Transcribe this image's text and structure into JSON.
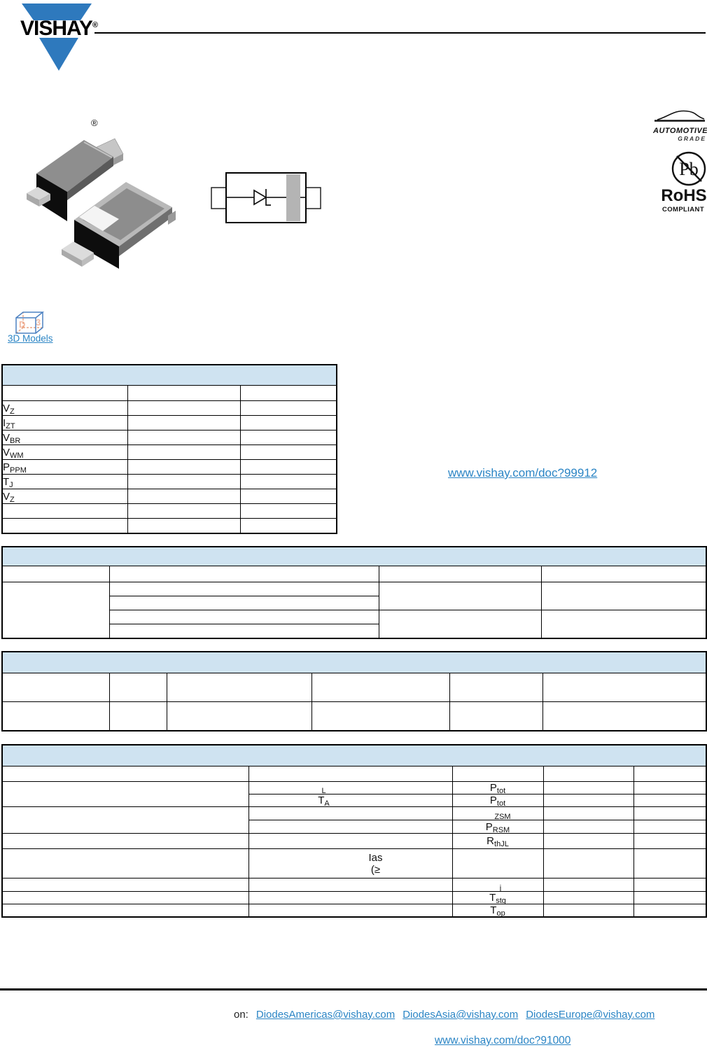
{
  "colors": {
    "band_blue": "#cfe3f1",
    "link_blue": "#2b85c5",
    "logo_blue": "#2e79bd"
  },
  "brand": {
    "name": "VISHAY",
    "registered": "®"
  },
  "product_image": {
    "registered": "®"
  },
  "badges": {
    "automotive": {
      "line1": "AUTOMOTIVE",
      "line2": "GRADE"
    },
    "pb_free": {
      "label": "Pb"
    },
    "rohs": {
      "title": "RoHS",
      "subtitle": "COMPLIANT"
    }
  },
  "resources": {
    "models_link": "3D Models",
    "doc_link": "www.vishay.com/doc?99912"
  },
  "tables": {
    "t1": {
      "rows": [
        {
          "base": "V",
          "sub": "Z"
        },
        {
          "base": "I",
          "sub": "ZT"
        },
        {
          "base": "V",
          "sub": "BR"
        },
        {
          "base": "V",
          "sub": "WM"
        },
        {
          "base": "P",
          "sub": "PPM"
        },
        {
          "base": "T",
          "sub": "J"
        },
        {
          "base": "V",
          "sub": "Z"
        }
      ]
    },
    "t4": {
      "rows": [
        {
          "cond_sub": "L",
          "sym_base": "P",
          "sym_sub": "tot"
        },
        {
          "cond_base": "T",
          "cond_sub": "A",
          "sym_base": "P",
          "sym_sub": "tot"
        },
        {
          "sym_sub": "ZSM"
        },
        {
          "sym_base": "P",
          "sym_sub": "RSM"
        },
        {
          "sym_base": "R",
          "sym_sub": "thJL"
        },
        {
          "cond_line1": "Ias",
          "cond_line2": "(≥"
        },
        {
          "sym_sub": "j"
        },
        {
          "sym_base": "T",
          "sym_sub": "stg"
        },
        {
          "sym_base": "T",
          "sym_sub": "op"
        }
      ]
    }
  },
  "footer": {
    "prefix": "on:",
    "emails": [
      "DiodesAmericas@vishay.com",
      "DiodesAsia@vishay.com",
      "DiodesEurope@vishay.com"
    ],
    "doc_link": "www.vishay.com/doc?91000"
  }
}
